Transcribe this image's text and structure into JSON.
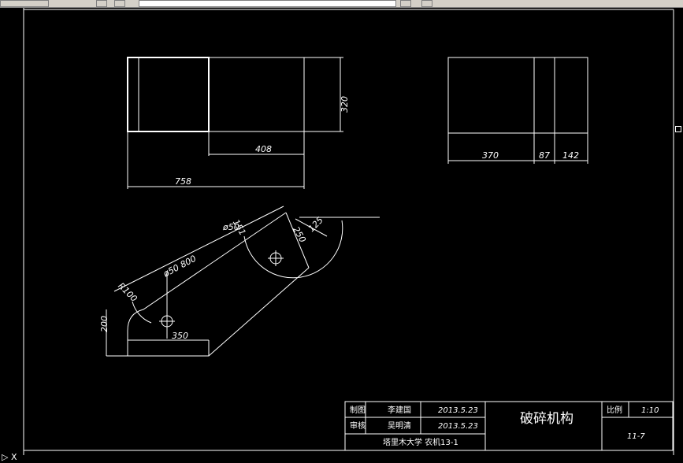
{
  "toolbar": {
    "icons": [
      "layer-icon",
      "properties-icon",
      "sun-icon",
      "lightbulb-icon",
      "color-icon",
      "linetype-icon",
      "lineweight-icon"
    ]
  },
  "dimensions": {
    "top_height": "320",
    "top_408": "408",
    "top_758": "758",
    "side_370": "370",
    "side_87": "87",
    "side_142": "142",
    "phi50": "ø50",
    "d151": "151",
    "r250": "250",
    "d125": "125",
    "phi50_800": "ø50  800",
    "r100": "R100",
    "h200": "200",
    "w350": "350"
  },
  "title_block": {
    "row1_role": "制图",
    "row1_name": "李建国",
    "row1_date": "2013.5.23",
    "row2_role": "审核",
    "row2_name": "吴明清",
    "row2_date": "2013.5.23",
    "school": "塔里木大学 农机13-1",
    "drawing_title": "破碎机构",
    "scale_label": "比例",
    "scale_value": "1:10",
    "drawing_number": "11-7"
  },
  "ucs": {
    "label": "X"
  }
}
